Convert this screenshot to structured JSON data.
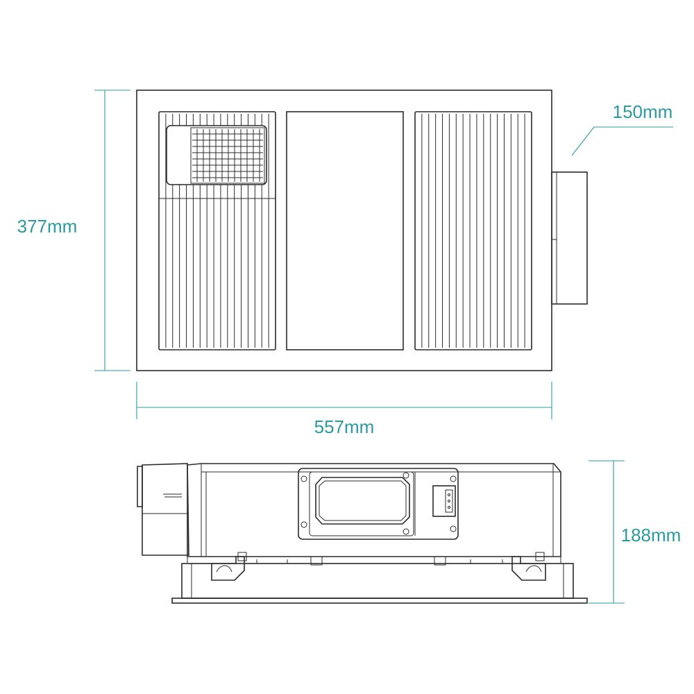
{
  "colors": {
    "dimension": "#2a9aa0",
    "outline": "#2a2a2a",
    "background": "#ffffff"
  },
  "dimensions": {
    "width": "557mm",
    "depth": "377mm",
    "duct": "150mm",
    "height": "188mm"
  }
}
